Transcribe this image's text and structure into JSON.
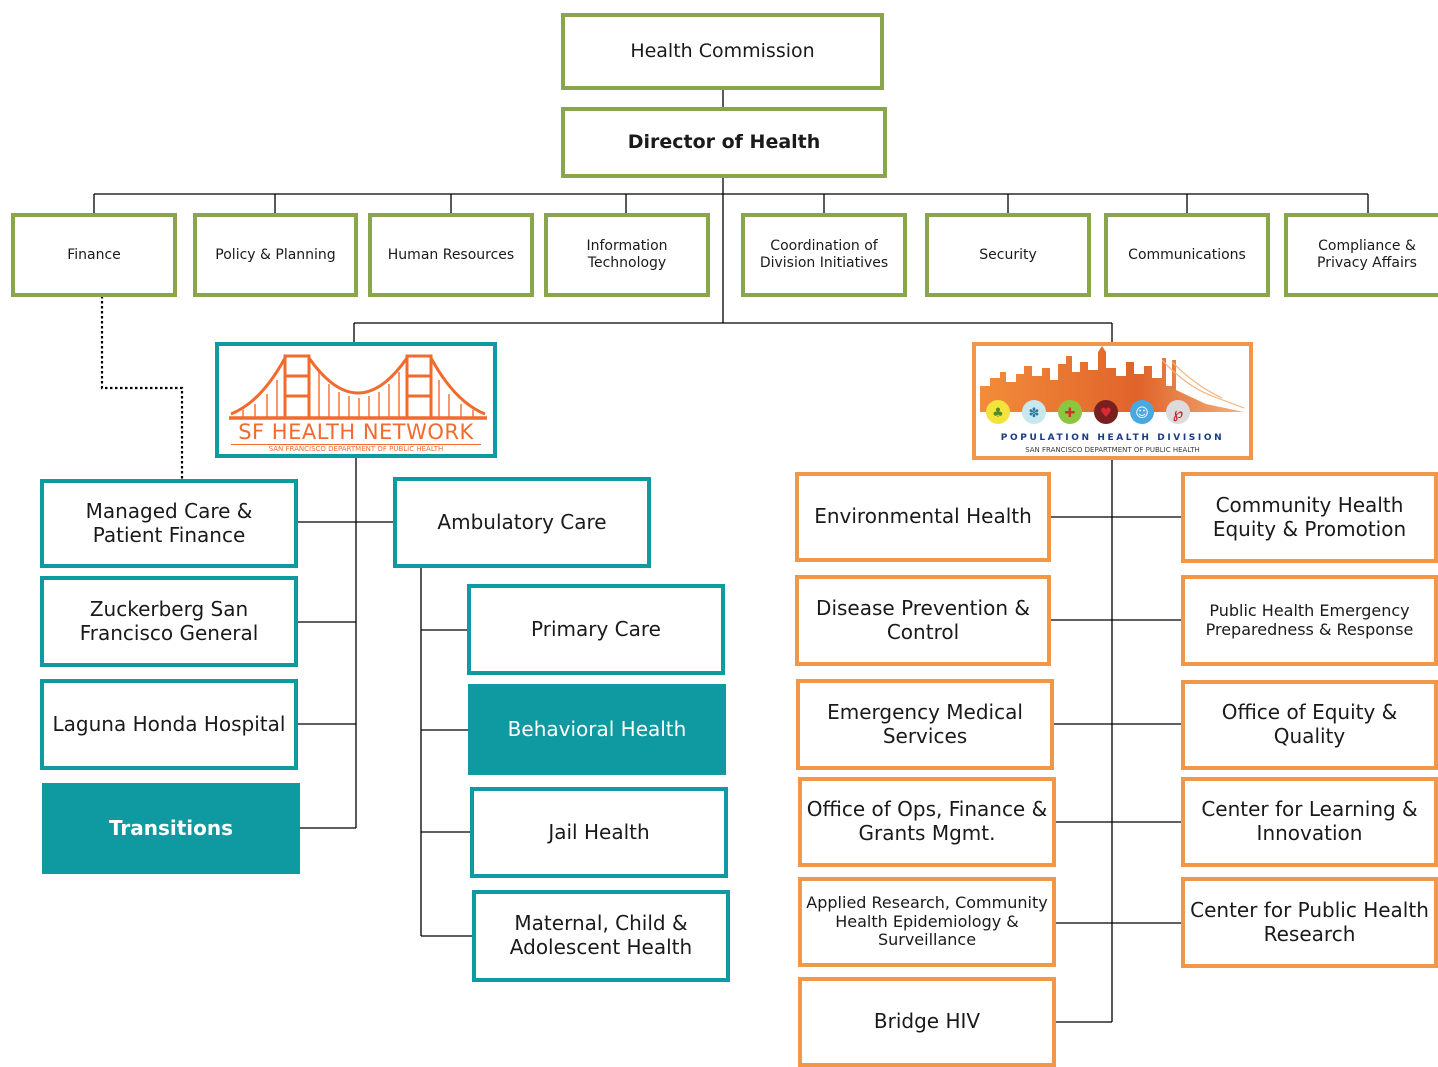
{
  "top": {
    "commission": "Health Commission",
    "director": "Director of Health"
  },
  "support_units": [
    "Finance",
    "Policy & Planning",
    "Human Resources",
    "Information Technology",
    "Coordination of Division Initiatives",
    "Security",
    "Communications",
    "Compliance & Privacy Affairs"
  ],
  "sfhn": {
    "logo_title": "SF HEALTH NETWORK",
    "logo_subtitle": "SAN FRANCISCO DEPARTMENT OF PUBLIC HEALTH",
    "left_column": [
      "Managed Care & Patient Finance",
      "Zuckerberg San Francisco General",
      "Laguna Honda Hospital",
      "Transitions"
    ],
    "ambulatory": "Ambulatory Care",
    "ambulatory_children": [
      "Primary Care",
      "Behavioral Health",
      "Jail Health",
      "Maternal, Child & Adolescent Health"
    ]
  },
  "phd": {
    "logo_title": "POPULATION HEALTH DIVISION",
    "logo_subtitle": "SAN FRANCISCO DEPARTMENT OF PUBLIC HEALTH",
    "left_column": [
      "Environmental Health",
      "Disease Prevention & Control",
      "Emergency Medical Services",
      "Office of Ops, Finance & Grants Mgmt.",
      "Applied Research, Community Health Epidemiology & Surveillance",
      "Bridge HIV"
    ],
    "right_column": [
      "Community Health Equity & Promotion",
      "Public Health Emergency Preparedness & Response",
      "Office of Equity & Quality",
      "Center for Learning & Innovation",
      "Center for Public Health Research"
    ]
  },
  "colors": {
    "green": "#8aa64a",
    "teal": "#0e9aa0",
    "orange": "#f0974a",
    "sfhn_orange": "#f26a2c"
  },
  "icons": [
    "palm-tree-icon",
    "runner-icon",
    "medical-key-icon",
    "heart-icon",
    "baby-icon",
    "red-ribbon-icon"
  ]
}
